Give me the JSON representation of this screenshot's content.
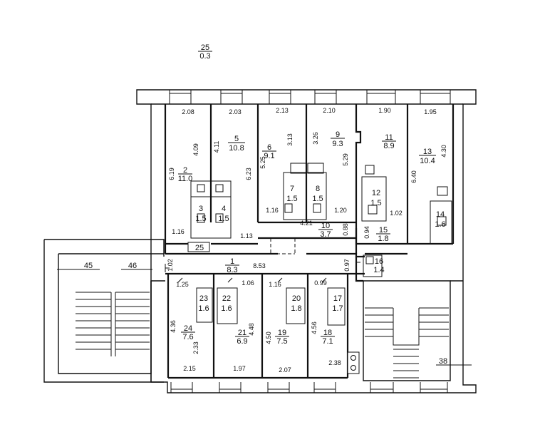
{
  "rooms": [
    {
      "id": "25",
      "num": "25",
      "area": "0.3"
    },
    {
      "id": "1",
      "num": "1",
      "area": "8.3"
    },
    {
      "id": "2",
      "num": "2",
      "area": "11.0"
    },
    {
      "id": "3",
      "num": "3",
      "area": "1.5"
    },
    {
      "id": "4",
      "num": "4",
      "area": "1.5"
    },
    {
      "id": "5",
      "num": "5",
      "area": "10.8"
    },
    {
      "id": "6",
      "num": "6",
      "area": "9.1"
    },
    {
      "id": "7",
      "num": "7",
      "area": "1.5"
    },
    {
      "id": "8",
      "num": "8",
      "area": "1.5"
    },
    {
      "id": "9",
      "num": "9",
      "area": "9.3"
    },
    {
      "id": "10",
      "num": "10",
      "area": "3.7"
    },
    {
      "id": "11",
      "num": "11",
      "area": "8.9"
    },
    {
      "id": "12",
      "num": "12",
      "area": "1.5"
    },
    {
      "id": "13",
      "num": "13",
      "area": "10.4"
    },
    {
      "id": "14",
      "num": "14",
      "area": "1.6"
    },
    {
      "id": "15",
      "num": "15",
      "area": "1.8"
    },
    {
      "id": "16",
      "num": "16",
      "area": "1.4"
    },
    {
      "id": "17",
      "num": "17",
      "area": "1.7"
    },
    {
      "id": "18",
      "num": "18",
      "area": "7.1"
    },
    {
      "id": "19",
      "num": "19",
      "area": "7.5"
    },
    {
      "id": "20",
      "num": "20",
      "area": "1.8"
    },
    {
      "id": "21",
      "num": "21",
      "area": "6.9"
    },
    {
      "id": "22",
      "num": "22",
      "area": "1.6"
    },
    {
      "id": "23",
      "num": "23",
      "area": "1.6"
    },
    {
      "id": "24",
      "num": "24",
      "area": "7.6"
    }
  ],
  "labels": {
    "corridor_45": "45",
    "corridor_46": "46",
    "stair_38": "38",
    "small_25": "25"
  },
  "dimensions": [
    {
      "id": "d2w",
      "text": "2.08"
    },
    {
      "id": "d5w",
      "text": "2.03"
    },
    {
      "id": "d6w",
      "text": "2.13"
    },
    {
      "id": "d9w",
      "text": "2.10"
    },
    {
      "id": "d11w",
      "text": "1.90"
    },
    {
      "id": "d13w",
      "text": "1.95"
    },
    {
      "id": "d2v",
      "text": "4.09"
    },
    {
      "id": "d2h",
      "text": "6.19"
    },
    {
      "id": "d5v",
      "text": "4.11"
    },
    {
      "id": "d5h",
      "text": "6.23"
    },
    {
      "id": "d6v",
      "text": "3.13"
    },
    {
      "id": "d6h",
      "text": "5.25"
    },
    {
      "id": "d9v",
      "text": "3.26"
    },
    {
      "id": "d9h",
      "text": "5.29"
    },
    {
      "id": "d13v",
      "text": "4.30"
    },
    {
      "id": "d13h",
      "text": "6.40"
    },
    {
      "id": "d116a",
      "text": "1.16"
    },
    {
      "id": "d116b",
      "text": "1.16"
    },
    {
      "id": "d113",
      "text": "1.13"
    },
    {
      "id": "d421",
      "text": "4.21"
    },
    {
      "id": "d120",
      "text": "1.20"
    },
    {
      "id": "d088",
      "text": "0.88"
    },
    {
      "id": "d094",
      "text": "0.94"
    },
    {
      "id": "d102a",
      "text": "1.02"
    },
    {
      "id": "d102b",
      "text": "1.02"
    },
    {
      "id": "d853",
      "text": "8.53"
    },
    {
      "id": "d097",
      "text": "0.97"
    },
    {
      "id": "d125",
      "text": "1.25"
    },
    {
      "id": "d106",
      "text": "1.06"
    },
    {
      "id": "d116c",
      "text": "1.16"
    },
    {
      "id": "d099",
      "text": "0.99"
    },
    {
      "id": "d436",
      "text": "4.36"
    },
    {
      "id": "d233",
      "text": "2.33"
    },
    {
      "id": "d448",
      "text": "4.48"
    },
    {
      "id": "d450",
      "text": "4.50"
    },
    {
      "id": "d456",
      "text": "4.56"
    },
    {
      "id": "d215",
      "text": "2.15"
    },
    {
      "id": "d197",
      "text": "1.97"
    },
    {
      "id": "d207",
      "text": "2.07"
    },
    {
      "id": "d238",
      "text": "2.38"
    }
  ]
}
